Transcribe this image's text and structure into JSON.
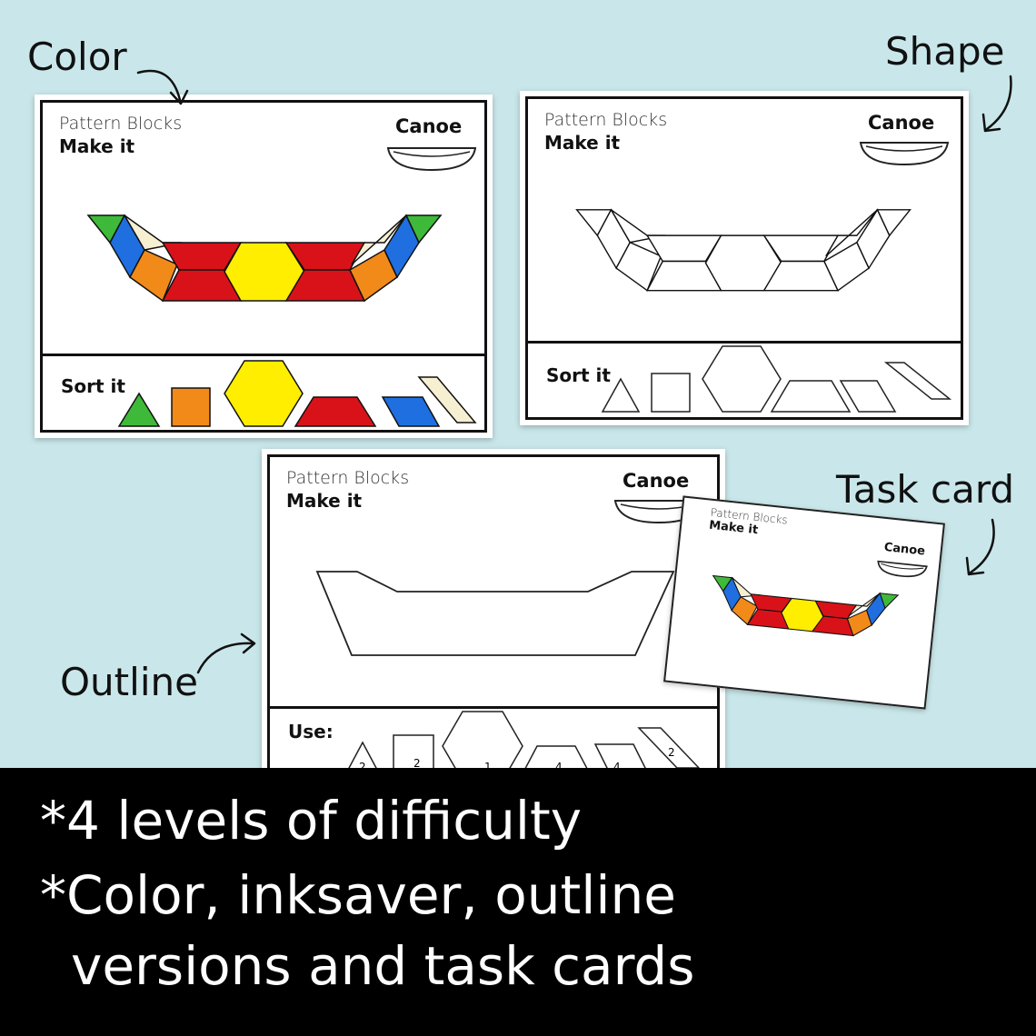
{
  "labels": {
    "color": "Color",
    "shape": "Shape",
    "outline": "Outline",
    "task_card": "Task card"
  },
  "card_text": {
    "pattern_blocks": "Pattern Blocks",
    "make_it": "Make it",
    "canoe": "Canoe",
    "sort_it": "Sort it",
    "use": "Use:"
  },
  "use_counts": [
    "2",
    "2",
    "1",
    "4",
    "4",
    "2"
  ],
  "banner": {
    "line1": "*4 levels of difficulty",
    "line2": "*Color, inksaver, outline",
    "line3": "versions and task cards"
  },
  "colors": {
    "background": "#c9e7ea",
    "green_triangle": "#3fb93a",
    "blue_rhombus": "#1f6fe0",
    "orange_square": "#f28a1a",
    "yellow_hexagon": "#ffee00",
    "red_trapezoid": "#d9121a",
    "tan_rhombus": "#f6efd2"
  }
}
